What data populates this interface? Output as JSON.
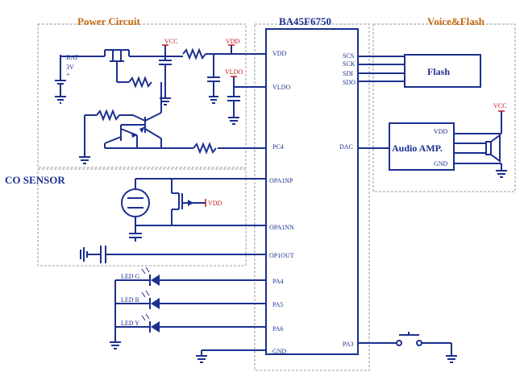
{
  "sections": {
    "power": "Power Circuit",
    "voice": "Voice&Flash",
    "co": "CO SENSOR"
  },
  "chip": {
    "name": "BA45F6750",
    "left_pins": [
      "VDD",
      "VLDO",
      "PC4",
      "OPA1NP",
      "OPA1NN",
      "OP1OUT",
      "PA4",
      "PA5",
      "PA6",
      "GND"
    ],
    "right_pins": [
      "SCS",
      "SCK",
      "SDI",
      "SDO",
      "DAC",
      "PA3"
    ]
  },
  "battery": {
    "name": "BAT",
    "voltage": "3V",
    "polarity": "+"
  },
  "power_labels": {
    "vcc1": "VCC",
    "vdd_top": "VDD",
    "vldo_top": "VLDO",
    "vcc2": "VCC",
    "vdd_sensor": "VDD"
  },
  "blocks": {
    "flash": "Flash",
    "amp": "Audio AMP.",
    "amp_vdd": "VDD",
    "amp_gnd": "GND"
  },
  "leds": [
    {
      "label": "LED G"
    },
    {
      "label": "LED R"
    },
    {
      "label": "LED Y"
    }
  ],
  "colors": {
    "wire": "#1c2f8f",
    "power": "#c0161a",
    "dashed_border": "#9a9a9a",
    "section_title": "#c56a10",
    "co_title": "#1c2f8f"
  }
}
